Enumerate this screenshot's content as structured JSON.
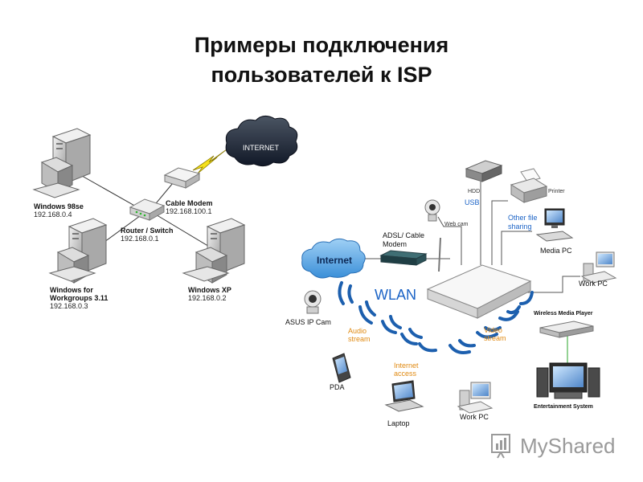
{
  "title": {
    "line1": "Примеры подключения",
    "line2": "пользователей к ISP"
  },
  "left_network": {
    "internet_label": "INTERNET",
    "cable_modem": {
      "label": "Cable Modem",
      "ip": "192.168.100.1"
    },
    "router": {
      "label": "Router / Switch",
      "ip": "192.168.0.1"
    },
    "win98": {
      "label": "Windows 98se",
      "ip": "192.168.0.4"
    },
    "wfw": {
      "label_line1": "Windows for",
      "label_line2": "Workgroups 3.11",
      "ip": "192.168.0.3"
    },
    "winxp": {
      "label": "Windows XP",
      "ip": "192.168.0.2"
    }
  },
  "right_network": {
    "internet_label": "Internet",
    "adsl_line1": "ADSL/ Cable",
    "adsl_line2": "Modem",
    "webcam": "Web cam",
    "hdd": "HDD",
    "usb": "USB",
    "printer": "Printer",
    "file_share_line1": "Other file",
    "file_share_line2": "sharing",
    "media_pc": "Media PC",
    "work_pc_top": "Work PC",
    "wlan": "WLAN",
    "ip_cam": "ASUS IP Cam",
    "audio_line1": "Audio",
    "audio_line2": "stream",
    "video_line1": "Video",
    "video_line2": "stream",
    "internet_access_line1": "Internet",
    "internet_access_line2": "access",
    "pda": "PDA",
    "laptop": "Laptop",
    "work_pc_bottom": "Work PC",
    "wireless_player": "Wireless Media Player",
    "entertainment": "Entertainment System"
  },
  "watermark": {
    "text": "MyShared"
  },
  "colors": {
    "accent_blue": "#1b63c6",
    "accent_orange": "#e08a12",
    "wave_blue": "#1c5fae"
  }
}
